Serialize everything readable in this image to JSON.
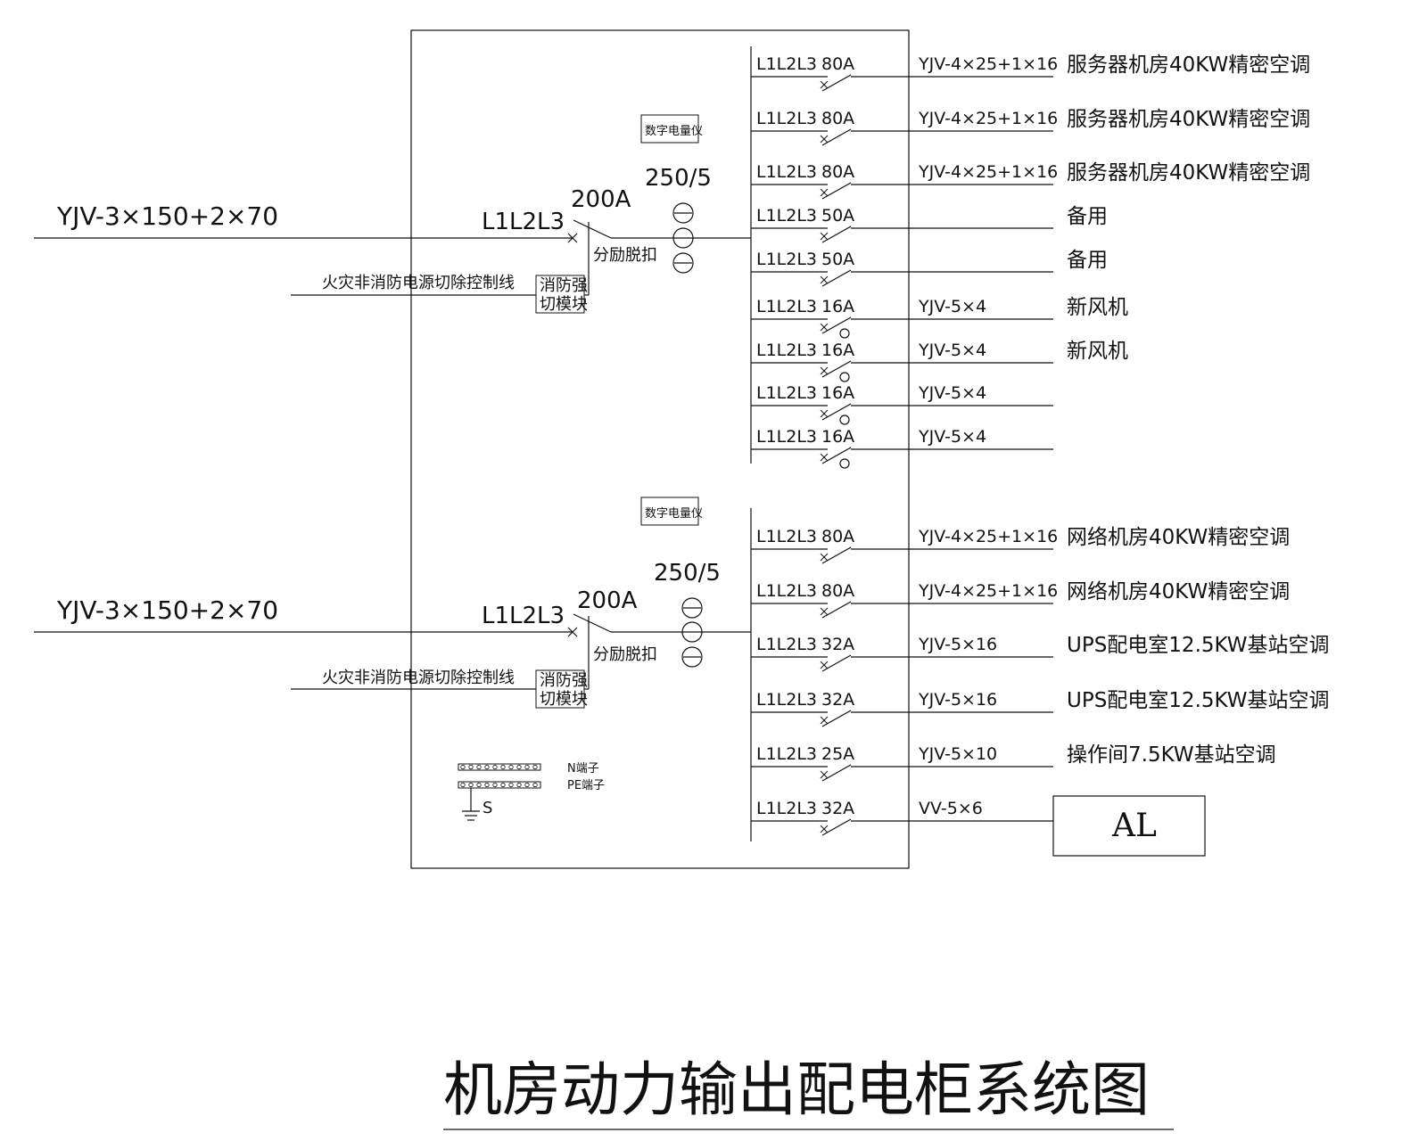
{
  "title": "机房动力输出配电柜系统图",
  "meter_label": "数字电量仪",
  "ct_ratio": "250/5",
  "incomers": [
    {
      "feeder_cable": "YJV-3×150+2×70",
      "phase_label": "L1L2L3",
      "breaker_rating": "200A",
      "shunt_trip_label": "分励脱扣",
      "fire_control_line": "火灾非消防电源切除控制线",
      "module_line1": "消防强",
      "module_line2": "切模块"
    },
    {
      "feeder_cable": "YJV-3×150+2×70",
      "phase_label": "L1L2L3",
      "breaker_rating": "200A",
      "shunt_trip_label": "分励脱扣",
      "fire_control_line": "火灾非消防电源切除控制线",
      "module_line1": "消防强",
      "module_line2": "切模块"
    }
  ],
  "bus1_circuits": [
    {
      "phase": "L1L2L3",
      "rating": "80A",
      "cable": "YJV-4×25+1×16",
      "load": "服务器机房40KW精密空调"
    },
    {
      "phase": "L1L2L3",
      "rating": "80A",
      "cable": "YJV-4×25+1×16",
      "load": "服务器机房40KW精密空调"
    },
    {
      "phase": "L1L2L3",
      "rating": "80A",
      "cable": "YJV-4×25+1×16",
      "load": "服务器机房40KW精密空调"
    },
    {
      "phase": "L1L2L3",
      "rating": "50A",
      "cable": "",
      "load": "备用"
    },
    {
      "phase": "L1L2L3",
      "rating": "50A",
      "cable": "",
      "load": "备用"
    },
    {
      "phase": "L1L2L3",
      "rating": "16A",
      "cable": "YJV-5×4",
      "load": "新风机"
    },
    {
      "phase": "L1L2L3",
      "rating": "16A",
      "cable": "YJV-5×4",
      "load": "新风机"
    },
    {
      "phase": "L1L2L3",
      "rating": "16A",
      "cable": "YJV-5×4",
      "load": ""
    },
    {
      "phase": "L1L2L3",
      "rating": "16A",
      "cable": "YJV-5×4",
      "load": ""
    }
  ],
  "bus2_circuits": [
    {
      "phase": "L1L2L3",
      "rating": "80A",
      "cable": "YJV-4×25+1×16",
      "load": "网络机房40KW精密空调"
    },
    {
      "phase": "L1L2L3",
      "rating": "80A",
      "cable": "YJV-4×25+1×16",
      "load": "网络机房40KW精密空调"
    },
    {
      "phase": "L1L2L3",
      "rating": "32A",
      "cable": "YJV-5×16",
      "load": "UPS配电室12.5KW基站空调"
    },
    {
      "phase": "L1L2L3",
      "rating": "32A",
      "cable": "YJV-5×16",
      "load": "UPS配电室12.5KW基站空调"
    },
    {
      "phase": "L1L2L3",
      "rating": "25A",
      "cable": "YJV-5×10",
      "load": "操作间7.5KW基站空调"
    },
    {
      "phase": "L1L2L3",
      "rating": "32A",
      "cable": "VV-5×6",
      "load": ""
    }
  ],
  "al_box_label": "AL",
  "n_terminal_label": "N端子",
  "pe_terminal_label": "PE端子",
  "ground_label": "S"
}
